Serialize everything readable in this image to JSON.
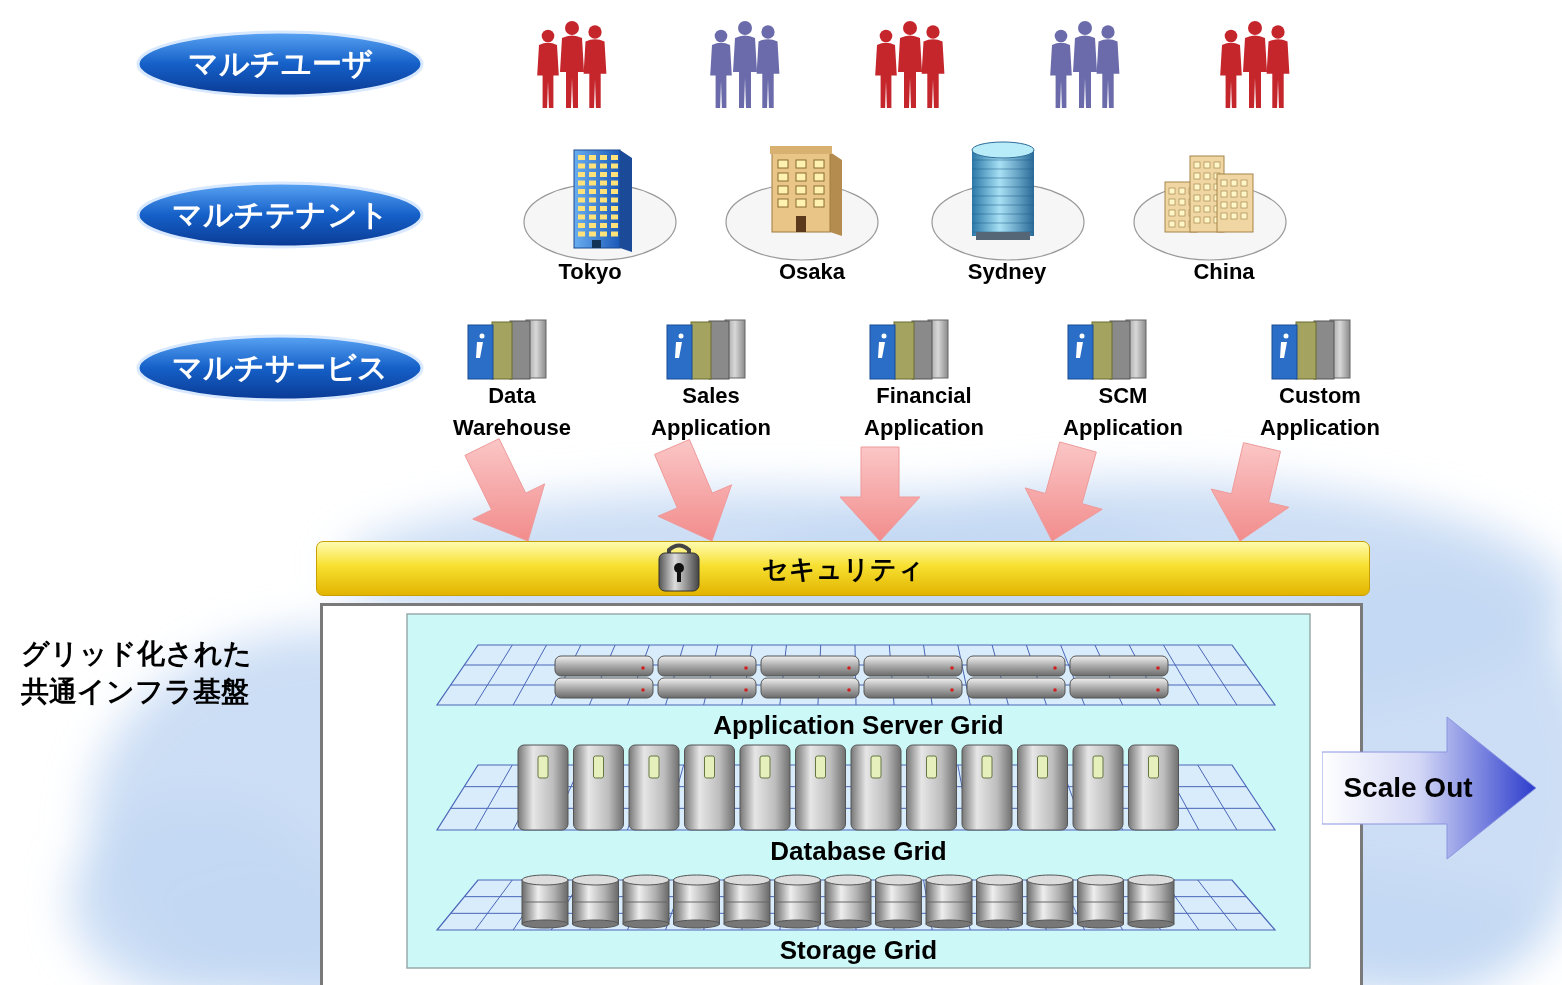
{
  "diagram": {
    "nodes": [
      {
        "text": [
          "マルチユーザ"
        ]
      },
      {
        "text": [
          "マルチテナント"
        ]
      },
      {
        "text": [
          "マルチサービス"
        ]
      },
      {
        "text": [
          "Data Warehouse"
        ]
      },
      {
        "text": [
          "Sales Application"
        ]
      },
      {
        "text": [
          "Financial Application"
        ]
      },
      {
        "text": [
          "SCM Application"
        ]
      },
      {
        "text": [
          "Custom Application"
        ]
      },
      {
        "text": [
          "セキュリティ"
        ]
      },
      {
        "text": [
          "グリッド化された 共通インフラ基盤"
        ]
      },
      {
        "text": [
          "Application Server Grid"
        ],
        "in": 9
      },
      {
        "text": [
          "Database Grid"
        ],
        "in": 9
      },
      {
        "text": [
          "Storage Grid"
        ],
        "in": 9
      },
      {
        "text": [
          "Scale Out"
        ]
      }
    ],
    "edges": [
      {
        "from": 3,
        "to": 8,
        "arrow": "to"
      },
      {
        "from": 4,
        "to": 8,
        "arrow": "to"
      },
      {
        "from": 5,
        "to": 8,
        "arrow": "to"
      },
      {
        "from": 6,
        "to": 8,
        "arrow": "to"
      },
      {
        "from": 7,
        "to": 8,
        "arrow": "to"
      }
    ],
    "labels": [
      "Tokyo",
      "Osaka",
      "Sydney",
      "China"
    ]
  }
}
